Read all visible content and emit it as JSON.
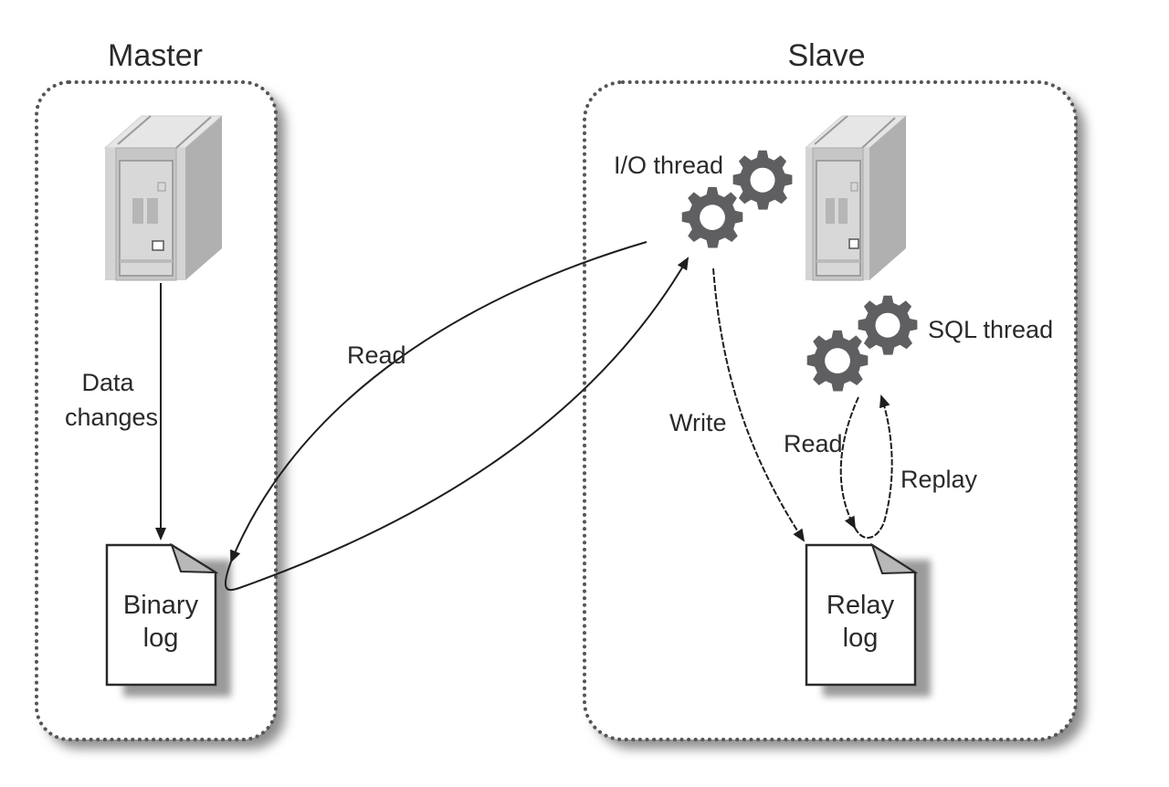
{
  "master": {
    "title": "Master",
    "data_changes_label": [
      "Data",
      "changes"
    ],
    "binary_log_label": [
      "Binary",
      "log"
    ]
  },
  "slave": {
    "title": "Slave",
    "io_thread_label": "I/O thread",
    "sql_thread_label": "SQL thread",
    "relay_log_label": [
      "Relay",
      "log"
    ]
  },
  "arrows": {
    "read_binlog": "Read",
    "write_relay": "Write",
    "sql_read": "Read",
    "sql_replay": "Replay"
  },
  "colors": {
    "stroke": "#2a2a2a",
    "gear": "#5f5f62",
    "border_dots": "#555555",
    "shadow": "#9a9a9a",
    "server_light": "#e4e4e4",
    "server_mid": "#c8c8c8",
    "server_dark": "#a8a8a8",
    "doc_fold": "#b8b8b8"
  }
}
